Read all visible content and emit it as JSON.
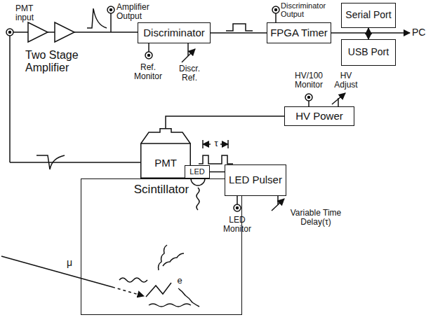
{
  "diagram": {
    "nodes": [
      {
        "text": [
          "Discriminator"
        ]
      },
      {
        "text": [
          "FPGA Timer"
        ]
      },
      {
        "text": [
          "Serial Port"
        ]
      },
      {
        "text": [
          "USB Port"
        ]
      },
      {
        "text": [
          "HV Power"
        ]
      },
      {
        "text": [
          "PMT"
        ]
      },
      {
        "text": [
          "Scintillator"
        ]
      },
      {
        "text": [
          "LED Pulser"
        ]
      },
      {
        "text": [
          "LED"
        ]
      }
    ],
    "edges": [
      {
        "from": 0,
        "to": 1,
        "arrow": "none"
      },
      {
        "from": 2,
        "to": 3,
        "arrow": "both"
      },
      {
        "from": 4,
        "to": 5,
        "arrow": "none"
      },
      {
        "from": 7,
        "to": 8,
        "arrow": "none"
      }
    ],
    "labels": [
      "PMT input",
      "Amplifier Output",
      "Discriminator Output",
      "Two Stage Amplifier",
      "Ref. Monitor",
      "Discr. Ref.",
      "HV/100 Monitor",
      "HV Adjust",
      "PC",
      "τ",
      "μ",
      "e",
      "LED Monitor",
      "Variable Time Delay(τ)"
    ]
  }
}
